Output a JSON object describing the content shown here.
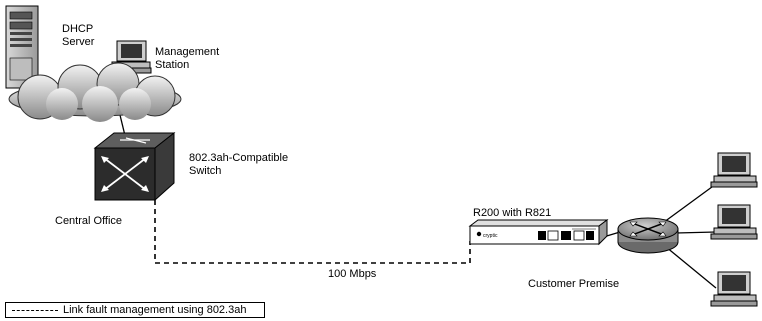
{
  "diagram": {
    "labels": {
      "dhcp_line1": "DHCP",
      "dhcp_line2": "Server",
      "mgmt_line1": "Management",
      "mgmt_line2": "Station",
      "switch_line1": "802.3ah-Compatible",
      "switch_line2": "Switch",
      "central_office": "Central Office",
      "device": "R200 with R821",
      "speed": "100 Mbps",
      "customer_premise": "Customer Premise"
    },
    "legend": {
      "text": "Link fault management using 802.3ah"
    },
    "icons": [
      "server-icon",
      "workstation-icon",
      "cloud-icon",
      "switch-icon",
      "router-icon",
      "device-icon"
    ]
  }
}
